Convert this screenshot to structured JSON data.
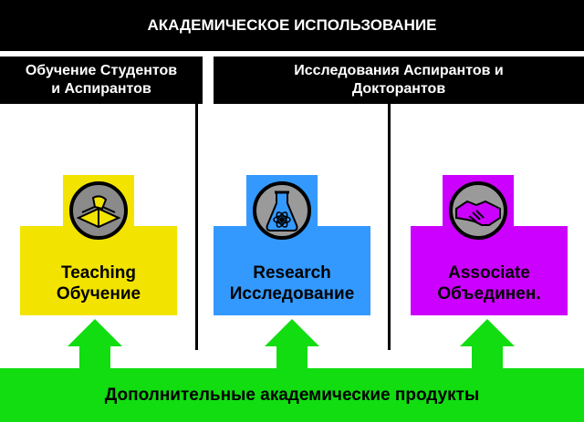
{
  "header": {
    "title": "АКАДЕМИЧЕСКОЕ ИСПОЛЬЗОВАНИЕ"
  },
  "columns": {
    "left_header": "Обучение Студентов\nи Аспирантов",
    "right_header": "Исследования Аспирантов и\nДокторантов"
  },
  "panels": [
    {
      "id": "teaching",
      "label_en": "Teaching",
      "label_ru": "Обучение",
      "color": "#f2e400",
      "icon": "book-icon"
    },
    {
      "id": "research",
      "label_en": "Research",
      "label_ru": "Исследование",
      "color": "#3399ff",
      "icon": "flask-icon"
    },
    {
      "id": "associate",
      "label_en": "Associate",
      "label_ru": "Объединен.",
      "color": "#cc00ff",
      "icon": "handshake-icon"
    }
  ],
  "footer": {
    "label": "Дополнительные академические продукты",
    "color": "#11dd11"
  }
}
